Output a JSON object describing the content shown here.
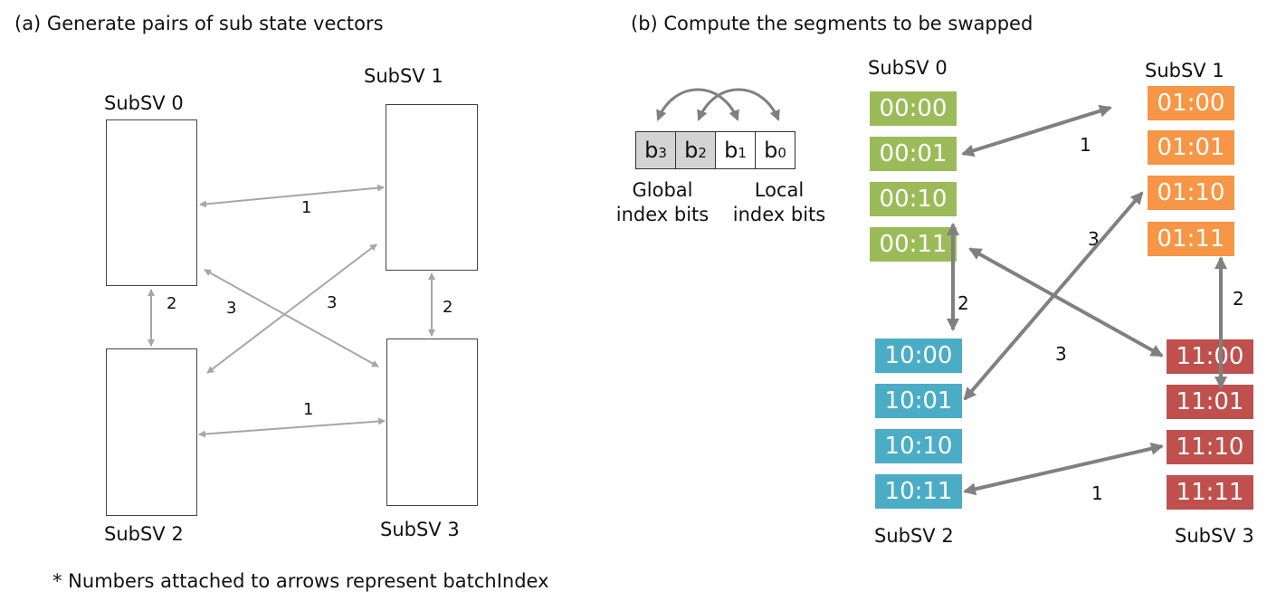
{
  "panel_a": {
    "title": "(a) Generate pairs of sub state vectors",
    "labels": [
      "SubSV 0",
      "SubSV 1",
      "SubSV 2",
      "SubSV 3"
    ],
    "arrow_numbers": [
      "1",
      "1",
      "2",
      "2",
      "3",
      "3"
    ]
  },
  "panel_b": {
    "title": "(b) Compute the segments to be swapped",
    "bits": [
      {
        "base": "b",
        "sub": "3"
      },
      {
        "base": "b",
        "sub": "2"
      },
      {
        "base": "b",
        "sub": "1"
      },
      {
        "base": "b",
        "sub": "0"
      }
    ],
    "global_caption_1": "Global",
    "global_caption_2": "index bits",
    "local_caption_1": "Local",
    "local_caption_2": "index bits",
    "subsv_labels": [
      "SubSV 0",
      "SubSV 1",
      "SubSV 2",
      "SubSV 3"
    ],
    "subsv0_cells": [
      "00:00",
      "00:01",
      "00:10",
      "00:11"
    ],
    "subsv1_cells": [
      "01:00",
      "01:01",
      "01:10",
      "01:11"
    ],
    "subsv2_cells": [
      "10:00",
      "10:01",
      "10:10",
      "10:11"
    ],
    "subsv3_cells": [
      "11:00",
      "11:01",
      "11:10",
      "11:11"
    ],
    "arrow_numbers": [
      "1",
      "1",
      "2",
      "2",
      "3",
      "3"
    ],
    "colors": {
      "subsv0": "#9bbb59",
      "subsv1": "#f79646",
      "subsv2": "#4bacc6",
      "subsv3": "#c0504d"
    }
  },
  "footnote": "* Numbers attached to arrows represent batchIndex"
}
